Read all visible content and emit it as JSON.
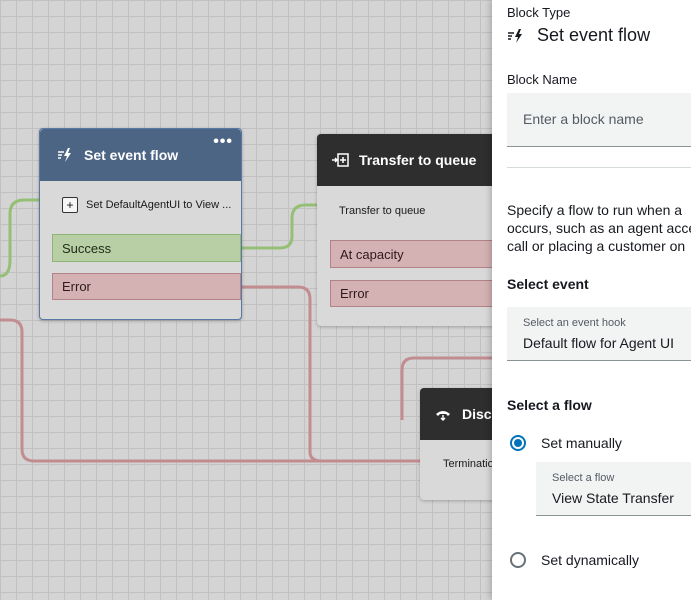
{
  "canvas": {
    "set_event_flow_block": {
      "title": "Set event flow",
      "menu": "•••",
      "action": "Set DefaultAgentUI to View ...",
      "branches": [
        "Success",
        "Error"
      ]
    },
    "transfer_block": {
      "title": "Transfer to queue",
      "subtitle": "Transfer to queue",
      "branches": [
        "At capacity",
        "Error"
      ]
    },
    "disconnect_block": {
      "title": "Disc",
      "subtitle": "Terminatio"
    },
    "colors": {
      "success_link": "#96bf76",
      "error_link": "#c28d91",
      "set_event_header": "#4d6585",
      "dark_header": "#2e2e2e"
    }
  },
  "panel": {
    "block_type_label": "Block Type",
    "block_type_value": "Set event flow",
    "block_type_icon": "lightning-icon",
    "block_name_label": "Block Name",
    "block_name_placeholder": "Enter a block name",
    "description_lines": [
      "Specify a flow to run when a",
      "occurs, such as an agent acce",
      "call or placing a customer on"
    ],
    "select_event_label": "Select event",
    "event_hook_caption": "Select an event hook",
    "event_hook_value": "Default flow for Agent UI",
    "select_flow_label": "Select a flow",
    "set_manually_label": "Set manually",
    "flow_caption": "Select a flow",
    "flow_value": "View State Transfer",
    "set_dynamically_label": "Set dynamically",
    "accent_color": "#0073bb"
  }
}
